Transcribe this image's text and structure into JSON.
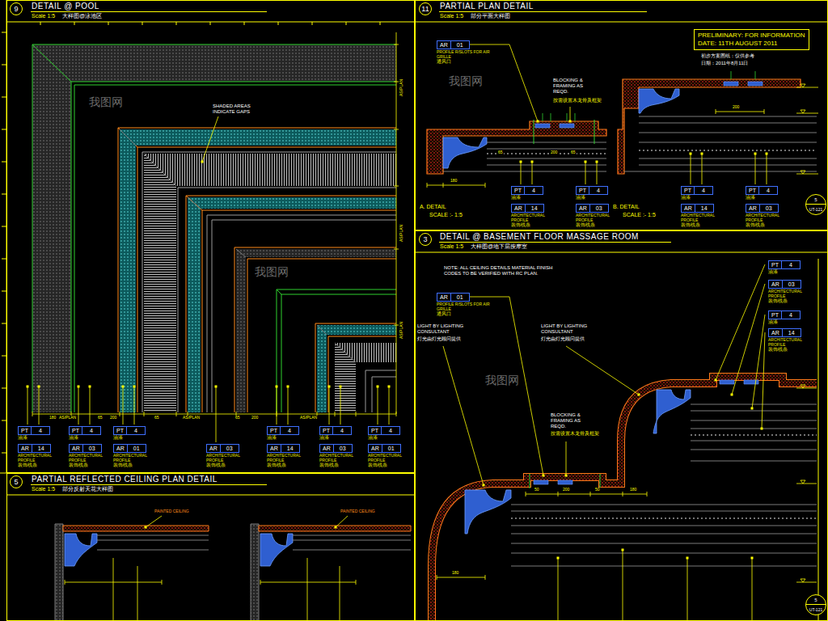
{
  "diagram": {
    "nodes": [
      {
        "text": [
          "DETAIL @ POOL",
          "Scale 1:5",
          "大样图@泳池区"
        ]
      },
      {
        "text": [
          "9"
        ],
        "in": 0
      },
      {
        "text": [
          "PT",
          "4",
          "油漆"
        ],
        "in": 0
      },
      {
        "text": [
          "AR",
          "14",
          "ARCHITECTURAL PROFILE",
          "装饰线条"
        ],
        "in": 0
      },
      {
        "text": [
          "PT",
          "4",
          "油漆"
        ],
        "in": 0
      },
      {
        "text": [
          "AR",
          "03",
          "ARCHITECTURAL PROFILE",
          "装饰线条"
        ],
        "in": 0
      },
      {
        "text": [
          "PT",
          "4",
          "油漆"
        ],
        "in": 0
      },
      {
        "text": [
          "AR",
          "01",
          "ARCHITECTURAL PROFILE",
          "装饰线条"
        ],
        "in": 0
      },
      {
        "text": [
          "AR",
          "03",
          "ARCHITECTURAL PROFILE",
          "装饰线条"
        ],
        "in": 0
      },
      {
        "text": [
          "PT",
          "4",
          "油漆"
        ],
        "in": 0
      },
      {
        "text": [
          "AR",
          "14",
          "ARCHITECTURAL PROFILE",
          "装饰线条"
        ],
        "in": 0
      },
      {
        "text": [
          "PT",
          "4",
          "油漆"
        ],
        "in": 0
      },
      {
        "text": [
          "AR",
          "03",
          "ARCHITECTURAL PROFILE",
          "装饰线条"
        ],
        "in": 0
      },
      {
        "text": [
          "PT",
          "4",
          "油漆"
        ],
        "in": 0
      },
      {
        "text": [
          "AR",
          "01",
          "ARCHITECTURAL PROFILE",
          "装饰线条"
        ],
        "in": 0
      },
      {
        "text": [
          "PARTIAL PLAN DETAIL",
          "Scale 1:5",
          "部分平面大样图"
        ]
      },
      {
        "text": [
          "11"
        ],
        "in": 15
      },
      {
        "text": [
          "PRELIMINARY: FOR INFORMATION",
          "DATE: 11TH AUGUST 2011"
        ],
        "in": 15
      },
      {
        "text": [
          "AR",
          "01",
          "PROFILE R/SLOTS FOR AIR GRILLE",
          "通风口"
        ],
        "in": 15
      },
      {
        "text": [
          "PT",
          "4",
          "油漆"
        ],
        "in": 15
      },
      {
        "text": [
          "AR",
          "14",
          "ARCHITECTURAL PROFILE",
          "装饰线条"
        ],
        "in": 15
      },
      {
        "text": [
          "PT",
          "4",
          "油漆"
        ],
        "in": 15
      },
      {
        "text": [
          "AR",
          "03",
          "ARCHITECTURAL PROFILE",
          "装饰线条"
        ],
        "in": 15
      },
      {
        "text": [
          "PT",
          "4",
          "油漆"
        ],
        "in": 15
      },
      {
        "text": [
          "AR",
          "14",
          "ARCHITECTURAL PROFILE",
          "装饰线条"
        ],
        "in": 15
      },
      {
        "text": [
          "PT",
          "4",
          "油漆"
        ],
        "in": 15
      },
      {
        "text": [
          "AR",
          "03",
          "ARCHITECTURAL PROFILE",
          "装饰线条"
        ],
        "in": 15
      },
      {
        "text": [
          "5",
          "UT-121"
        ],
        "in": 15
      },
      {
        "text": [
          "DETAIL @ BASEMENT FLOOR MASSAGE ROOM",
          "Scale 1:5",
          "大样图@地下层按摩室"
        ]
      },
      {
        "text": [
          "3"
        ],
        "in": 28
      },
      {
        "text": [
          "PT",
          "4",
          "油漆"
        ],
        "in": 28
      },
      {
        "text": [
          "AR",
          "03",
          "ARCHITECTURAL PROFILE",
          "装饰线条"
        ],
        "in": 28
      },
      {
        "text": [
          "AR",
          "01",
          "PROFILE R/SLOTS FOR AIR GRILLE",
          "通风口"
        ],
        "in": 28
      },
      {
        "text": [
          "PT",
          "4",
          "油漆"
        ],
        "in": 28
      },
      {
        "text": [
          "AR",
          "14",
          "ARCHITECTURAL PROFILE",
          "装饰线条"
        ],
        "in": 28
      },
      {
        "text": [
          "5",
          "UT-121"
        ],
        "in": 28
      },
      {
        "text": [
          "PARTIAL REFLECTED CEILING PLAN DETAIL",
          "Scale 1:5",
          "部分反射天花大样图"
        ]
      },
      {
        "text": [
          "5"
        ],
        "in": 36
      }
    ],
    "labels": [
      "SHADED AREAS INDICATE GAPS",
      "初步方案图纸：仅供参考",
      "日期：2011年8月11日",
      "BLOCKING & FRAMING AS REQD.",
      "按需设置木龙骨及框架",
      "A. DETAIL",
      "SCALE :- 1:5",
      "B. DETAIL",
      "SCALE :- 1:5",
      "NOTE: ALL CEILING DETAILS MATERIAL FINISH CODES TO BE VERIFIED WITH RC PLAN.",
      "LIGHT BY LIGHTING CONSULTANT",
      "灯光由灯光顾问提供",
      "LIGHT BY LIGHTING CONSULTANT",
      "灯光由灯光顾问提供",
      "BLOCKING & FRAMING AS REQD.",
      "按需设置木龙骨及框架",
      "PAINTED CEILING",
      "PAINTED CEILING",
      "180",
      "AS/PLAN",
      "65",
      "200",
      "65",
      "AS/PLAN",
      "65",
      "200",
      "AS/PLAN",
      "AS/PLAN",
      "AS/PLAN",
      "AS/PLAN",
      "180",
      "65",
      "200",
      "65",
      "200",
      "50",
      "200",
      "50",
      "180",
      "180",
      "我图网",
      "我图网",
      "我图网",
      "我图网"
    ]
  }
}
